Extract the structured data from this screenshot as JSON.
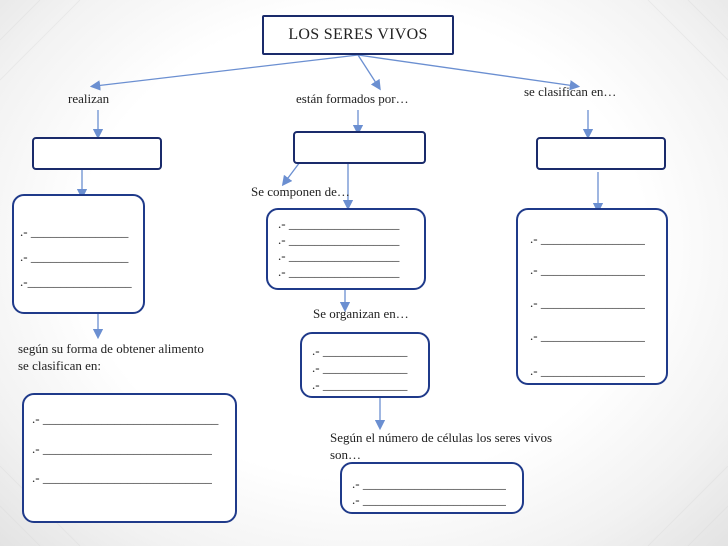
{
  "title": "LOS SERES VIVOS",
  "labels": {
    "realizan": "realizan",
    "formados": "están formados por…",
    "clasifican": "se clasifican en…",
    "componen": "Se componen de…",
    "organizan": "Se organizan en…",
    "alimento_1": "según su forma de obtener alimento",
    "alimento_2": "se clasifican en:",
    "celulas_1": "Según el número de células los seres vivos",
    "celulas_2": "son…"
  },
  "blanks": {
    "realizan": [
      ".- _______________",
      ".- _______________",
      ".-________________"
    ],
    "componen": [
      ".- _________________",
      ".- _________________",
      ".- _________________",
      ".- _________________"
    ],
    "clasifican": [
      ".- ________________",
      ".- ________________",
      ".- ________________",
      ".- ________________",
      ".- ________________"
    ],
    "organizan": [
      ".- _____________",
      ".- _____________",
      ".- _____________"
    ],
    "alimento": [
      ".- ___________________________",
      ".- __________________________",
      ".- __________________________"
    ],
    "celulas": [
      ".- ______________________",
      ".- ______________________"
    ]
  }
}
